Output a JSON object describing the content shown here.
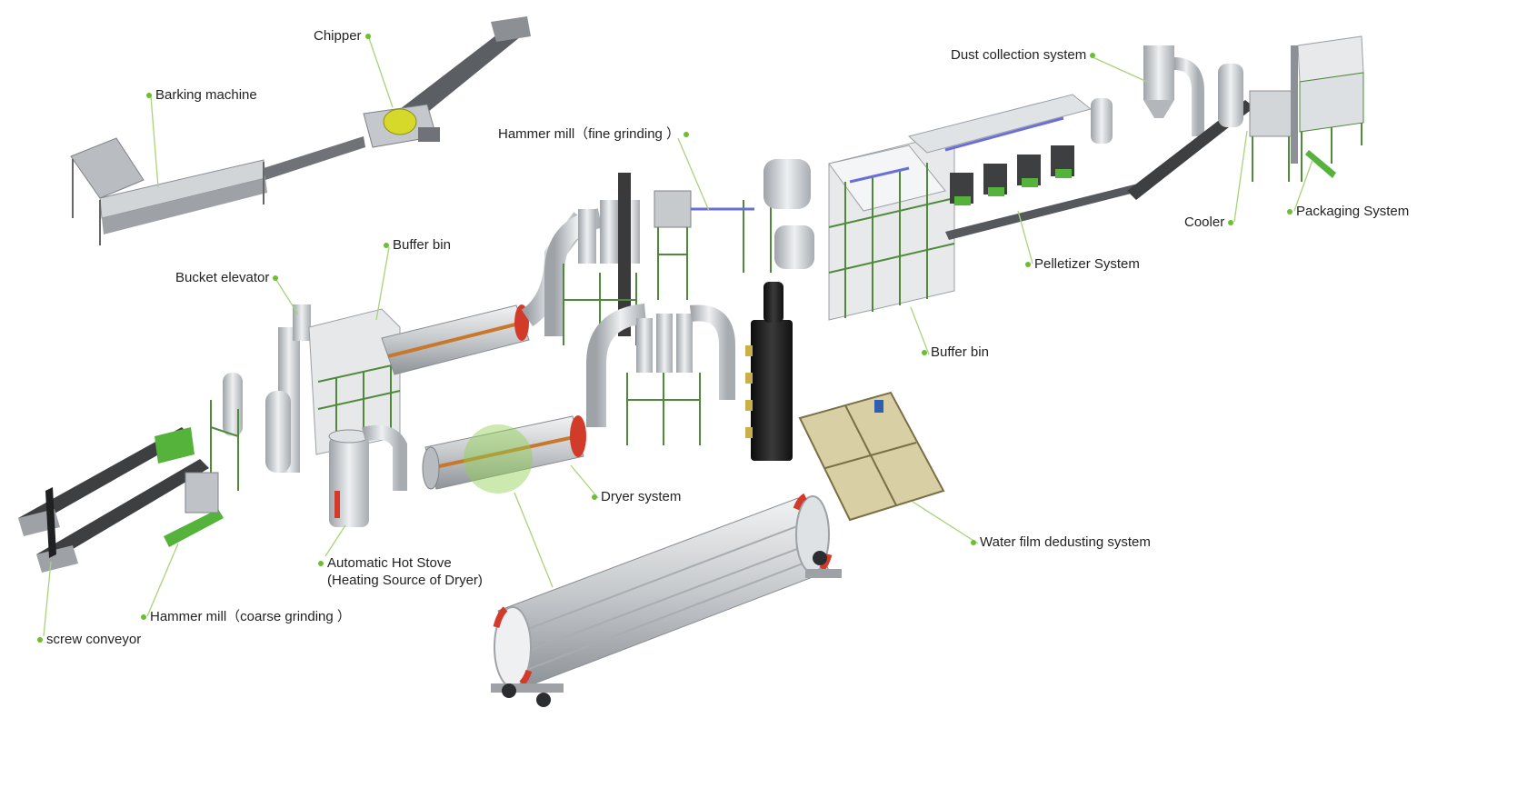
{
  "colors": {
    "accent_green": "#6cbf2e",
    "leader_line": "#a9d37a",
    "steel_grey": "#c9ccd0",
    "frame_green": "#4f8a3a",
    "dryer_orange": "#c9772a",
    "drum_red": "#d23a2a",
    "tank_dark": "#1d1d1d",
    "sand": "#d8cfa5"
  },
  "labels": {
    "chipper": "Chipper",
    "barking_machine": "Barking machine",
    "hammer_mill_fine": "Hammer mill（fine grinding ）",
    "dust_collection": "Dust collection system",
    "buffer_bin_top": "Buffer bin",
    "bucket_elevator": "Bucket elevator",
    "cooler": "Cooler",
    "packaging": "Packaging System",
    "pelletizer": "Pelletizer System",
    "buffer_bin_right": "Buffer bin",
    "dryer_system": "Dryer system",
    "hot_stove_line1": "Automatic Hot Stove",
    "hot_stove_line2": "(Heating Source of Dryer)",
    "water_film": "Water film dedusting system",
    "hammer_mill_coarse": "Hammer mill（coarse grinding ）",
    "screw_conveyor": "screw conveyor"
  }
}
